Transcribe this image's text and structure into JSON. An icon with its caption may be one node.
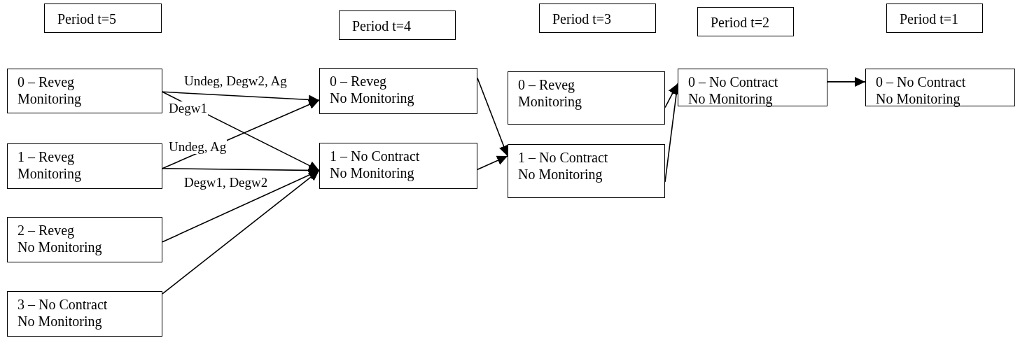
{
  "diagram": {
    "nodes": [
      {
        "text": [
          "Period t=5"
        ]
      },
      {
        "text": [
          "Period t=4"
        ]
      },
      {
        "text": [
          "Period t=3"
        ]
      },
      {
        "text": [
          "Period t=2"
        ]
      },
      {
        "text": [
          "Period t=1"
        ]
      },
      {
        "text": [
          "0 – Reveg",
          "Monitoring"
        ]
      },
      {
        "text": [
          "1 – Reveg",
          "Monitoring"
        ]
      },
      {
        "text": [
          "2 – Reveg",
          "No Monitoring"
        ]
      },
      {
        "text": [
          "3 – No Contract",
          "No Monitoring"
        ]
      },
      {
        "text": [
          "0 – Reveg",
          "No Monitoring"
        ]
      },
      {
        "text": [
          "1 – No Contract",
          "No Monitoring"
        ]
      },
      {
        "text": [
          "0 – Reveg",
          "Monitoring"
        ]
      },
      {
        "text": [
          "1 – No Contract",
          "No Monitoring"
        ]
      },
      {
        "text": [
          "0 – No Contract",
          "No Monitoring"
        ]
      },
      {
        "text": [
          "0 – No Contract",
          "No Monitoring"
        ]
      }
    ],
    "edges": [
      {
        "from": 5,
        "to": 9,
        "arrow": "to",
        "label": "Undeg, Degw2, Ag"
      },
      {
        "from": 5,
        "to": 10,
        "arrow": "to",
        "label": "Degw1"
      },
      {
        "from": 6,
        "to": 9,
        "arrow": "to",
        "label": "Undeg, Ag"
      },
      {
        "from": 6,
        "to": 10,
        "arrow": "to",
        "label": "Degw1, Degw2"
      },
      {
        "from": 7,
        "to": 10,
        "arrow": "to"
      },
      {
        "from": 8,
        "to": 10,
        "arrow": "to"
      },
      {
        "from": 9,
        "to": 12,
        "arrow": "to"
      },
      {
        "from": 10,
        "to": 12,
        "arrow": "to"
      },
      {
        "from": 11,
        "to": 13,
        "arrow": "to"
      },
      {
        "from": 12,
        "to": 13,
        "arrow": "to"
      },
      {
        "from": 13,
        "to": 14,
        "arrow": "to"
      }
    ]
  }
}
